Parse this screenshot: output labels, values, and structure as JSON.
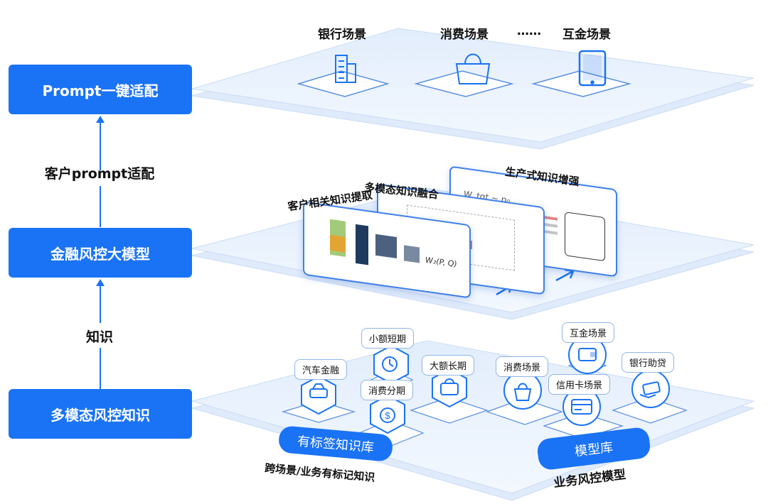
{
  "left_column": {
    "top_box": "Prompt一键适配",
    "middle_box": "金融风控大模型",
    "bottom_box": "多模态风控知识",
    "upper_arrow_label": "客户prompt适配",
    "lower_arrow_label": "知识"
  },
  "top_layer": {
    "scenes": [
      "银行场景",
      "消费场景",
      "互金场景"
    ],
    "ellipsis": "……"
  },
  "middle_layer": {
    "card_titles": [
      "客户相关知识提取",
      "多模态知识融合",
      "生产式知识增强"
    ],
    "formula_1": "W₂(P, Q)",
    "formula_2": "W_tgt ~ p₀"
  },
  "bottom_layer": {
    "callouts": [
      "汽车金融",
      "小额短期",
      "消费分期",
      "大额长期",
      "消费场景",
      "互金场景",
      "信用卡场景",
      "银行助贷"
    ],
    "pill_left": "有标签知识库",
    "pill_right": "模型库",
    "caption_left": "跨场景/业务有标记知识",
    "caption_right": "业务风控模型"
  },
  "colors": {
    "accent": "#1a73f5",
    "plane_fill": "#eaf2fd",
    "plane_edge": "#c7dcf7"
  },
  "icons": [
    "building-icon",
    "shopping-bag-icon",
    "tablet-icon",
    "car-icon",
    "clock-money-icon",
    "money-bag-icon",
    "wallet-icon",
    "handbag-icon",
    "credit-card-icon",
    "card-hand-icon"
  ]
}
